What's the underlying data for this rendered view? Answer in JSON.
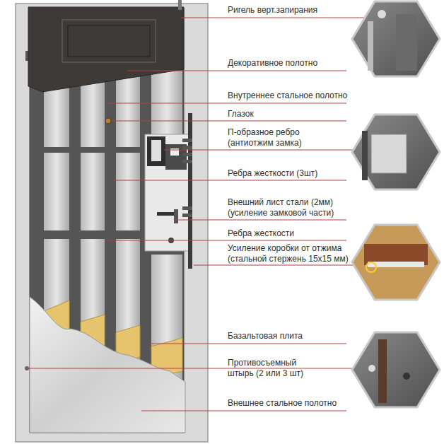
{
  "diagram": {
    "labels": [
      "Ригель верт.запирания",
      "Декоративное полотно",
      "Внутреннее стальное полотно",
      "Глазок",
      "П-образное ребро (антиотжим замка)",
      "Ребра жесткости (3шт)",
      "Внешний лист стали (2мм) (усиление замковой части)",
      "Ребра жесткости",
      "Усиление коробки от отжима (стальной стержень 15х15 мм)",
      "Базальтовая плита",
      "Противосъемный штырь (2 или 3 шт)",
      "Внешнее стальное полотно"
    ]
  }
}
